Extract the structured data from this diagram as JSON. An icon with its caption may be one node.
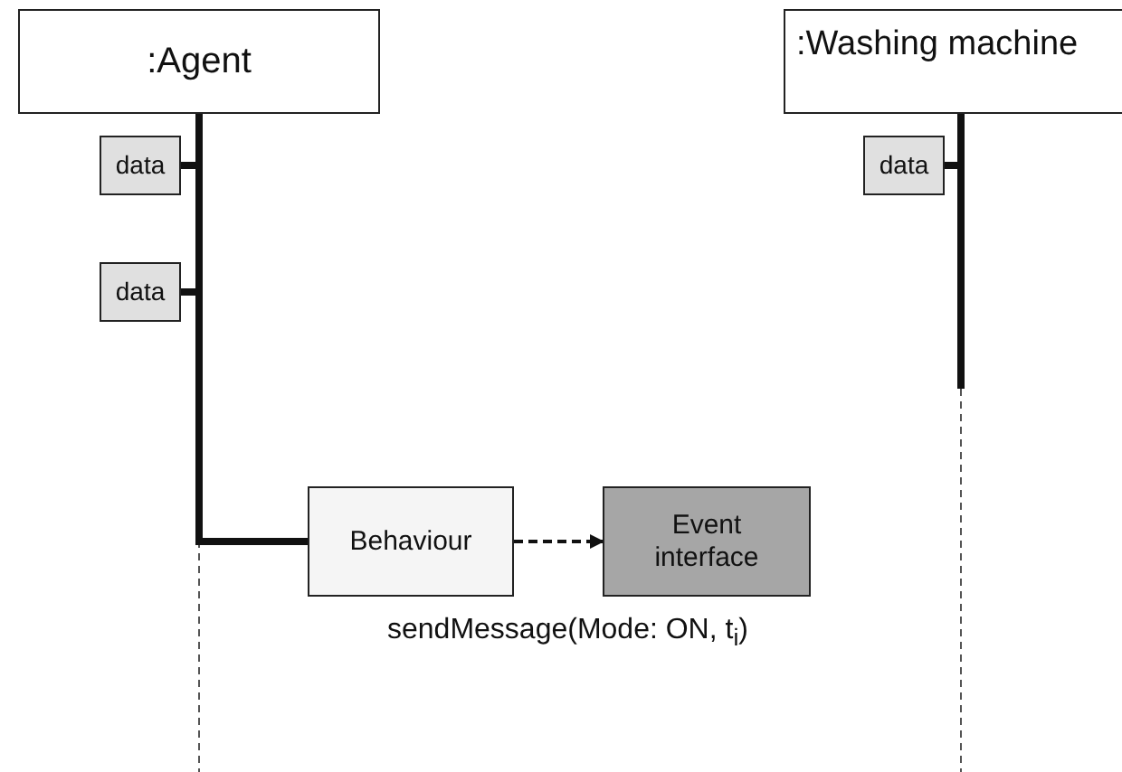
{
  "diagram": {
    "nodes": [
      {
        "text": [
          ":Agent"
        ]
      },
      {
        "text": [
          "data"
        ]
      },
      {
        "text": [
          "data"
        ]
      },
      {
        "text": [
          "Behaviour"
        ]
      },
      {
        "text": [
          "Event interface"
        ]
      },
      {
        "text": [
          ":Washing machine"
        ]
      },
      {
        "text": [
          "data"
        ]
      }
    ],
    "edges": [
      {
        "from": 0,
        "to": 3,
        "arrow": "none"
      },
      {
        "from": 1,
        "to": 0,
        "arrow": "none"
      },
      {
        "from": 2,
        "to": 0,
        "arrow": "none"
      },
      {
        "from": 3,
        "to": 4,
        "arrow": "to",
        "style": "dashed"
      },
      {
        "from": 6,
        "to": 5,
        "arrow": "none"
      }
    ],
    "labels": [
      "sendMessage(Mode: ON, t$_{i}$)"
    ]
  }
}
